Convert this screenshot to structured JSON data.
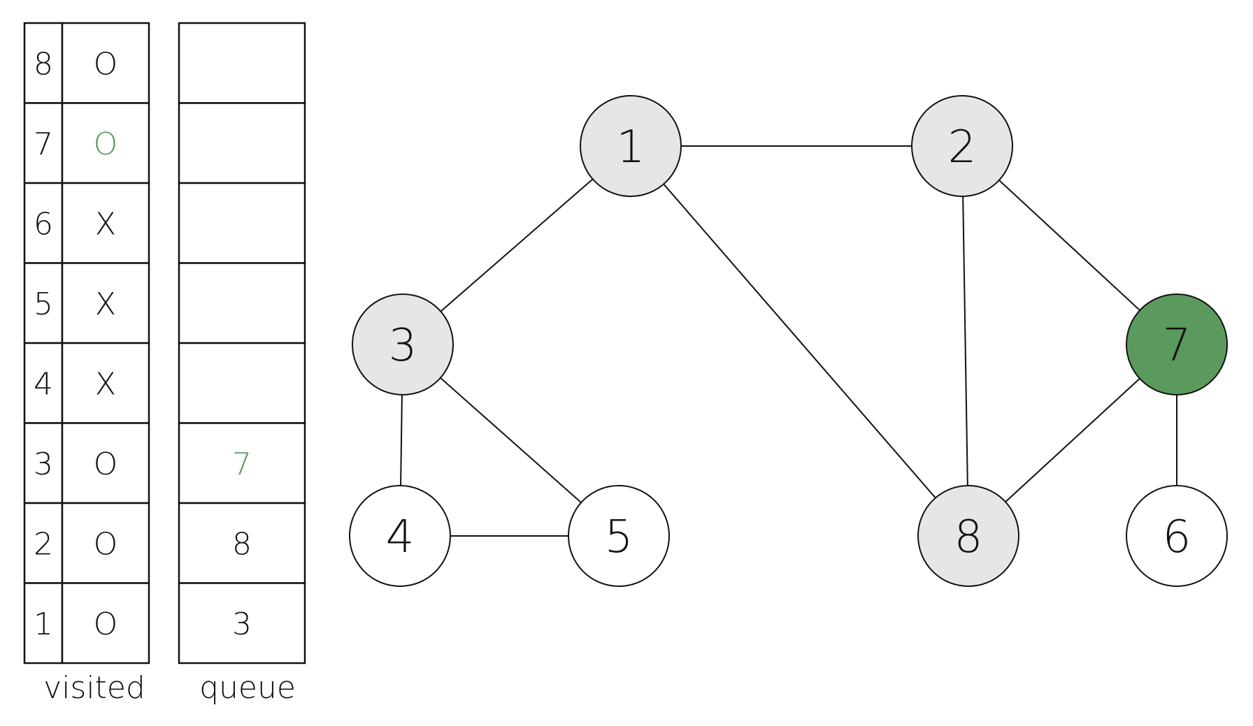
{
  "colors": {
    "line": "#111111",
    "visited_node": "#e6e6e6",
    "unvisited_node": "#ffffff",
    "current_node": "#5a9a5c",
    "highlight_text": "#5a9a5c",
    "text": "#111111"
  },
  "visited_table": {
    "label": "visited",
    "rows": [
      {
        "index": "8",
        "value": "O",
        "highlight": false
      },
      {
        "index": "7",
        "value": "O",
        "highlight": true
      },
      {
        "index": "6",
        "value": "X",
        "highlight": false
      },
      {
        "index": "5",
        "value": "X",
        "highlight": false
      },
      {
        "index": "4",
        "value": "X",
        "highlight": false
      },
      {
        "index": "3",
        "value": "O",
        "highlight": false
      },
      {
        "index": "2",
        "value": "O",
        "highlight": false
      },
      {
        "index": "1",
        "value": "O",
        "highlight": false
      }
    ]
  },
  "queue": {
    "label": "queue",
    "slots": [
      {
        "value": "",
        "highlight": false
      },
      {
        "value": "",
        "highlight": false
      },
      {
        "value": "",
        "highlight": false
      },
      {
        "value": "",
        "highlight": false
      },
      {
        "value": "",
        "highlight": false
      },
      {
        "value": "7",
        "highlight": true
      },
      {
        "value": "8",
        "highlight": false
      },
      {
        "value": "3",
        "highlight": false
      }
    ]
  },
  "graph": {
    "nodes": [
      {
        "id": "1",
        "label": "1",
        "state": "visited"
      },
      {
        "id": "2",
        "label": "2",
        "state": "visited"
      },
      {
        "id": "3",
        "label": "3",
        "state": "visited"
      },
      {
        "id": "4",
        "label": "4",
        "state": "unvisited"
      },
      {
        "id": "5",
        "label": "5",
        "state": "unvisited"
      },
      {
        "id": "6",
        "label": "6",
        "state": "unvisited"
      },
      {
        "id": "7",
        "label": "7",
        "state": "current"
      },
      {
        "id": "8",
        "label": "8",
        "state": "visited"
      }
    ],
    "edges": [
      [
        "1",
        "2"
      ],
      [
        "1",
        "3"
      ],
      [
        "1",
        "8"
      ],
      [
        "2",
        "8"
      ],
      [
        "2",
        "7"
      ],
      [
        "3",
        "4"
      ],
      [
        "3",
        "5"
      ],
      [
        "4",
        "5"
      ],
      [
        "7",
        "8"
      ],
      [
        "7",
        "6"
      ]
    ]
  }
}
